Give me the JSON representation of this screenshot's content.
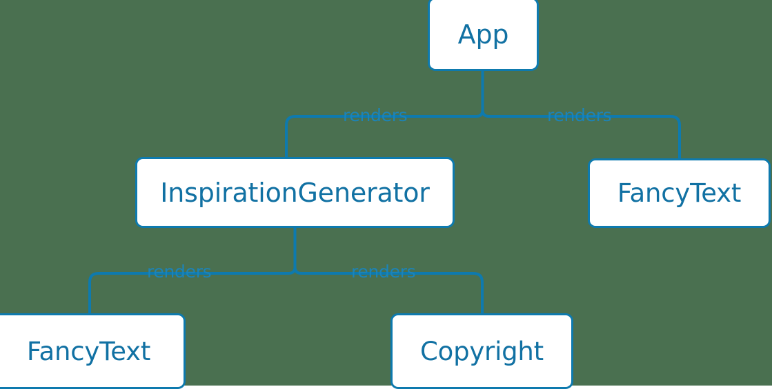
{
  "diagram": {
    "type": "component-tree",
    "background_color": "#4a7050",
    "node_fill_color": "#ffffff",
    "node_border_color": "#0e7aae",
    "node_text_color": "#1171a3",
    "edge_color": "#0e7aae",
    "edge_label_color": "#1c84b8",
    "nodes": [
      {
        "id": "app",
        "label": "App"
      },
      {
        "id": "inspgen",
        "label": "InspirationGenerator"
      },
      {
        "id": "fancy_right",
        "label": "FancyText"
      },
      {
        "id": "fancy_left",
        "label": "FancyText"
      },
      {
        "id": "copyright",
        "label": "Copyright"
      }
    ],
    "edges": [
      {
        "from": "app",
        "to": "inspgen",
        "label": "renders"
      },
      {
        "from": "app",
        "to": "fancy_right",
        "label": "renders"
      },
      {
        "from": "inspgen",
        "to": "fancy_left",
        "label": "renders"
      },
      {
        "from": "inspgen",
        "to": "copyright",
        "label": "renders"
      }
    ]
  }
}
